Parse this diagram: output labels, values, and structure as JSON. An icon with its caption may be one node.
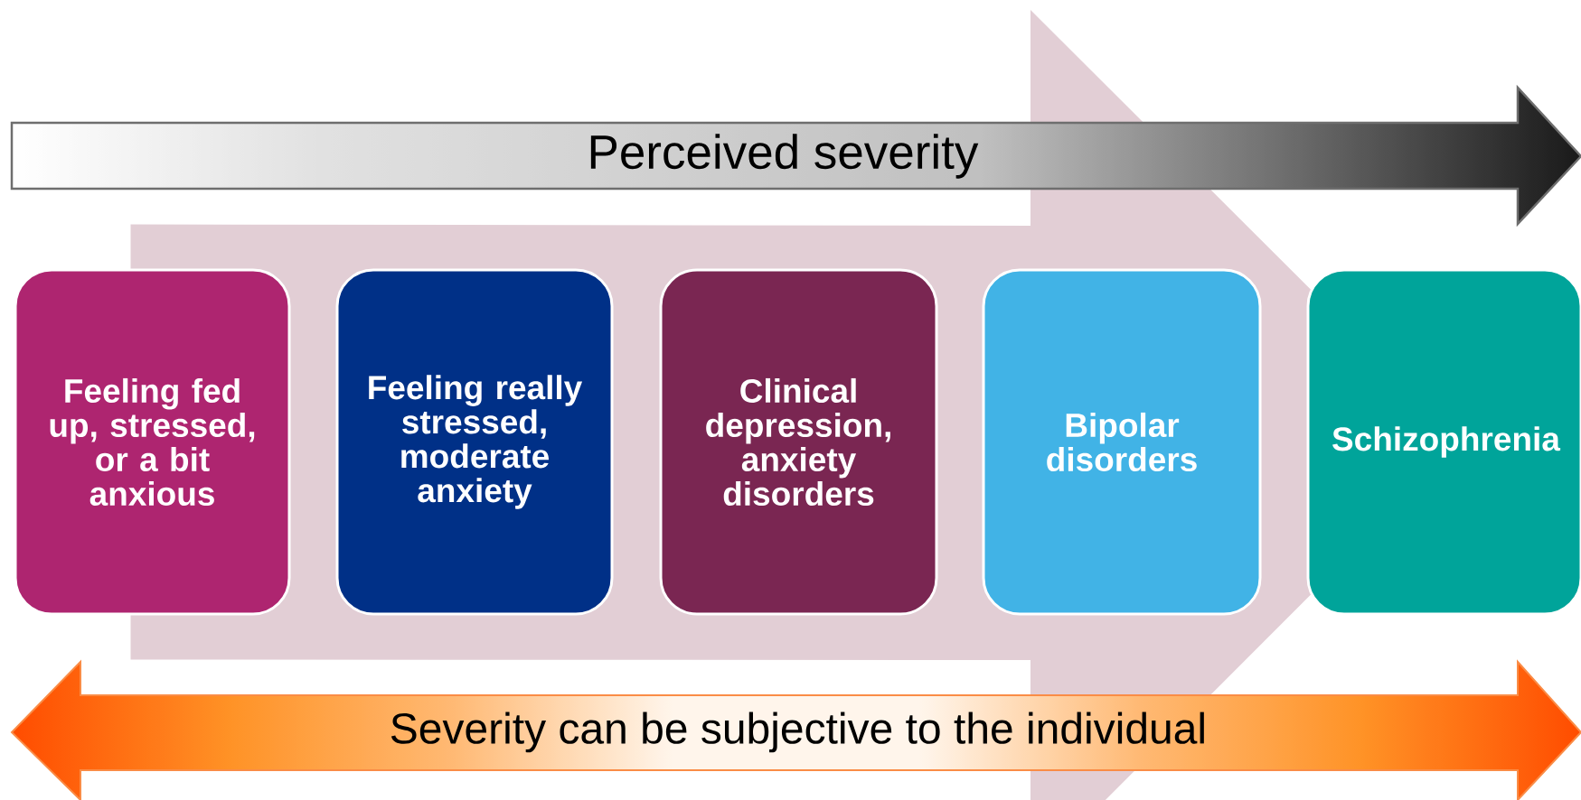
{
  "diagram": {
    "nodes": [
      {
        "text": [
          "Perceived severity"
        ]
      },
      {
        "text": [
          "Feeling fed up, stressed, or a bit anxious"
        ]
      },
      {
        "text": [
          "Feeling really stressed, moderate anxiety"
        ]
      },
      {
        "text": [
          "Clinical depression, anxiety disorders"
        ]
      },
      {
        "text": [
          "Bipolar disorders"
        ]
      },
      {
        "text": [
          "Schizophrenia"
        ]
      },
      {
        "text": [
          "Severity can be subjective to the individual"
        ]
      }
    ],
    "edges": [
      {
        "from": 1,
        "to": 5,
        "arrow": "to"
      }
    ]
  }
}
